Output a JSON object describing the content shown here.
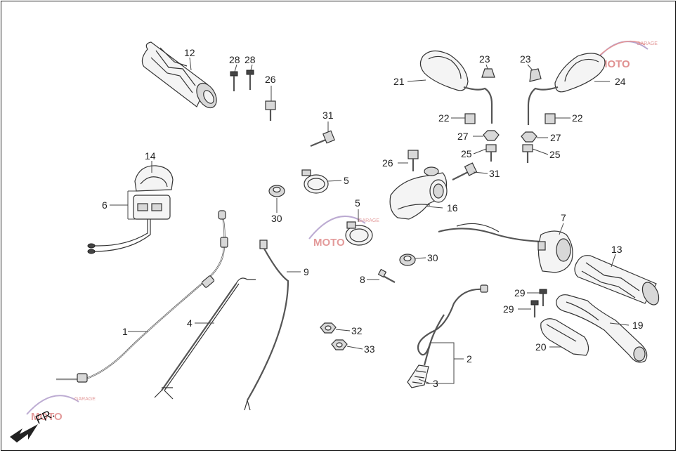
{
  "callouts": [
    "1",
    "2",
    "3",
    "4",
    "5",
    "5",
    "6",
    "7",
    "8",
    "9",
    "12",
    "13",
    "14",
    "16",
    "19",
    "20",
    "21",
    "22",
    "22",
    "23",
    "23",
    "24",
    "25",
    "25",
    "26",
    "26",
    "27",
    "27",
    "28",
    "28",
    "29",
    "29",
    "30",
    "30",
    "31",
    "31",
    "32",
    "33"
  ],
  "direction_label": "FR.",
  "watermark": {
    "text": "MOTO",
    "sub": "GARAGE"
  },
  "colors": {
    "line": "#333333",
    "fill": "#f4f4f4",
    "shade": "#d8d8d8",
    "watermark": "#c83838"
  }
}
